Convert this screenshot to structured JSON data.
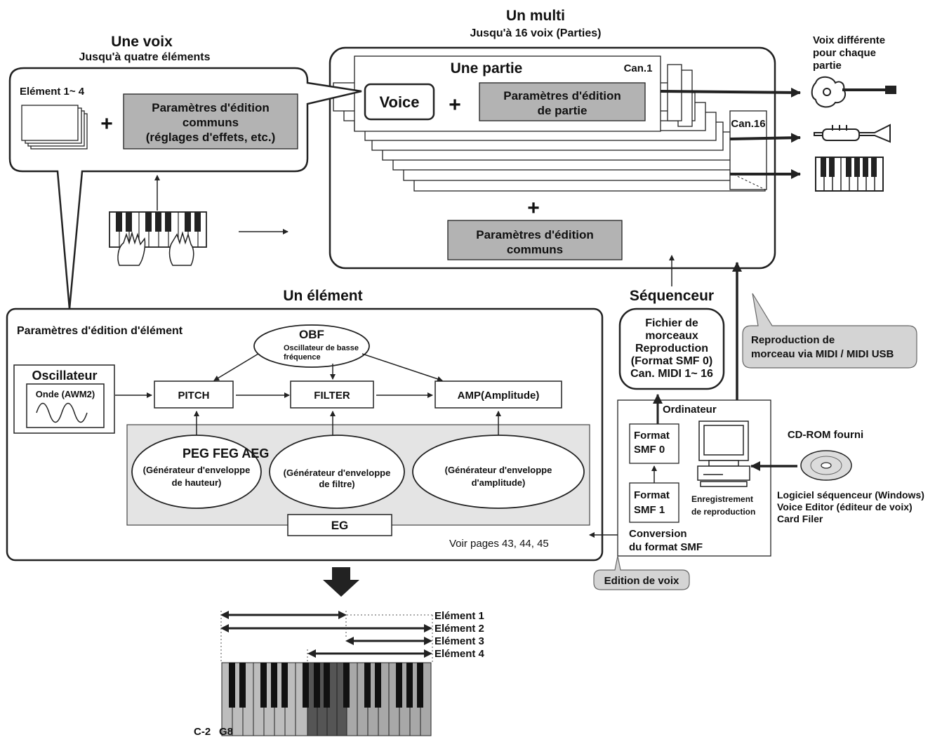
{
  "multi": {
    "title": "Un multi",
    "subtitle": "Jusqu'à 16 voix (Parties)",
    "part_title": "Une partie",
    "ch_first": "Can.1",
    "ch_last": "Can.16",
    "voice": "Voice",
    "plus": "+",
    "part_params": [
      "Paramètres d'édition",
      "de partie"
    ],
    "common_params": [
      "Paramètres d'édition",
      "communs"
    ]
  },
  "voice": {
    "title": "Une voix",
    "subtitle": "Jusqu'à quatre éléments",
    "element_label": "Elément 1~ 4",
    "plus": "+",
    "common_params": [
      "Paramètres d'édition",
      "communs",
      "(réglages d'effets, etc.)"
    ]
  },
  "instruments": {
    "caption": [
      "Voix différente",
      "pour chaque",
      "partie"
    ],
    "guitar_icon": "guitar-icon",
    "trumpet_icon": "trumpet-icon",
    "keyboard_icon": "keyboard-icon"
  },
  "element": {
    "title": "Un élément",
    "params_title": "Paramètres d'édition d'élément",
    "oscillator": "Oscillateur",
    "wave": "Onde (AWM2)",
    "obf": "OBF",
    "obf_desc": [
      "Oscillateur de basse",
      "fréquence"
    ],
    "pitch": "PITCH",
    "filter": "FILTER",
    "amp": "AMP(Amplitude)",
    "eg_labels": "PEG FEG AEG",
    "peg": [
      "(Générateur d'enveloppe",
      "de hauteur)"
    ],
    "feg": [
      "(Générateur d'enveloppe",
      "de filtre)"
    ],
    "aeg": [
      "(Générateur d'enveloppe",
      "d'amplitude)"
    ],
    "eg": "EG",
    "pages": "Voir pages 43, 44, 45"
  },
  "sequencer": {
    "title": "Séquenceur",
    "song_file": [
      "Fichier de",
      "morceaux",
      "Reproduction",
      "(Format SMF 0)",
      "Can. MIDI 1~ 16"
    ],
    "midi_note": [
      "Reproduction de",
      "morceau via MIDI / MIDI USB"
    ],
    "computer": "Ordinateur",
    "smf0": [
      "Format",
      "SMF 0"
    ],
    "smf1": [
      "Format",
      "SMF 1"
    ],
    "recording": [
      "Enregistrement",
      "de reproduction"
    ],
    "conversion": [
      "Conversion",
      "du format SMF"
    ],
    "cdrom": "CD-ROM fourni",
    "software": [
      "Logiciel séquenceur (Windows)",
      "Voice Editor (éditeur de voix)",
      "Card Filer"
    ],
    "voice_edit": "Edition de voix"
  },
  "ranges": {
    "labels": [
      "Elément 1",
      "Elément 2",
      "Elément 3",
      "Elément 4"
    ],
    "low": "C-2",
    "high": "G8"
  }
}
